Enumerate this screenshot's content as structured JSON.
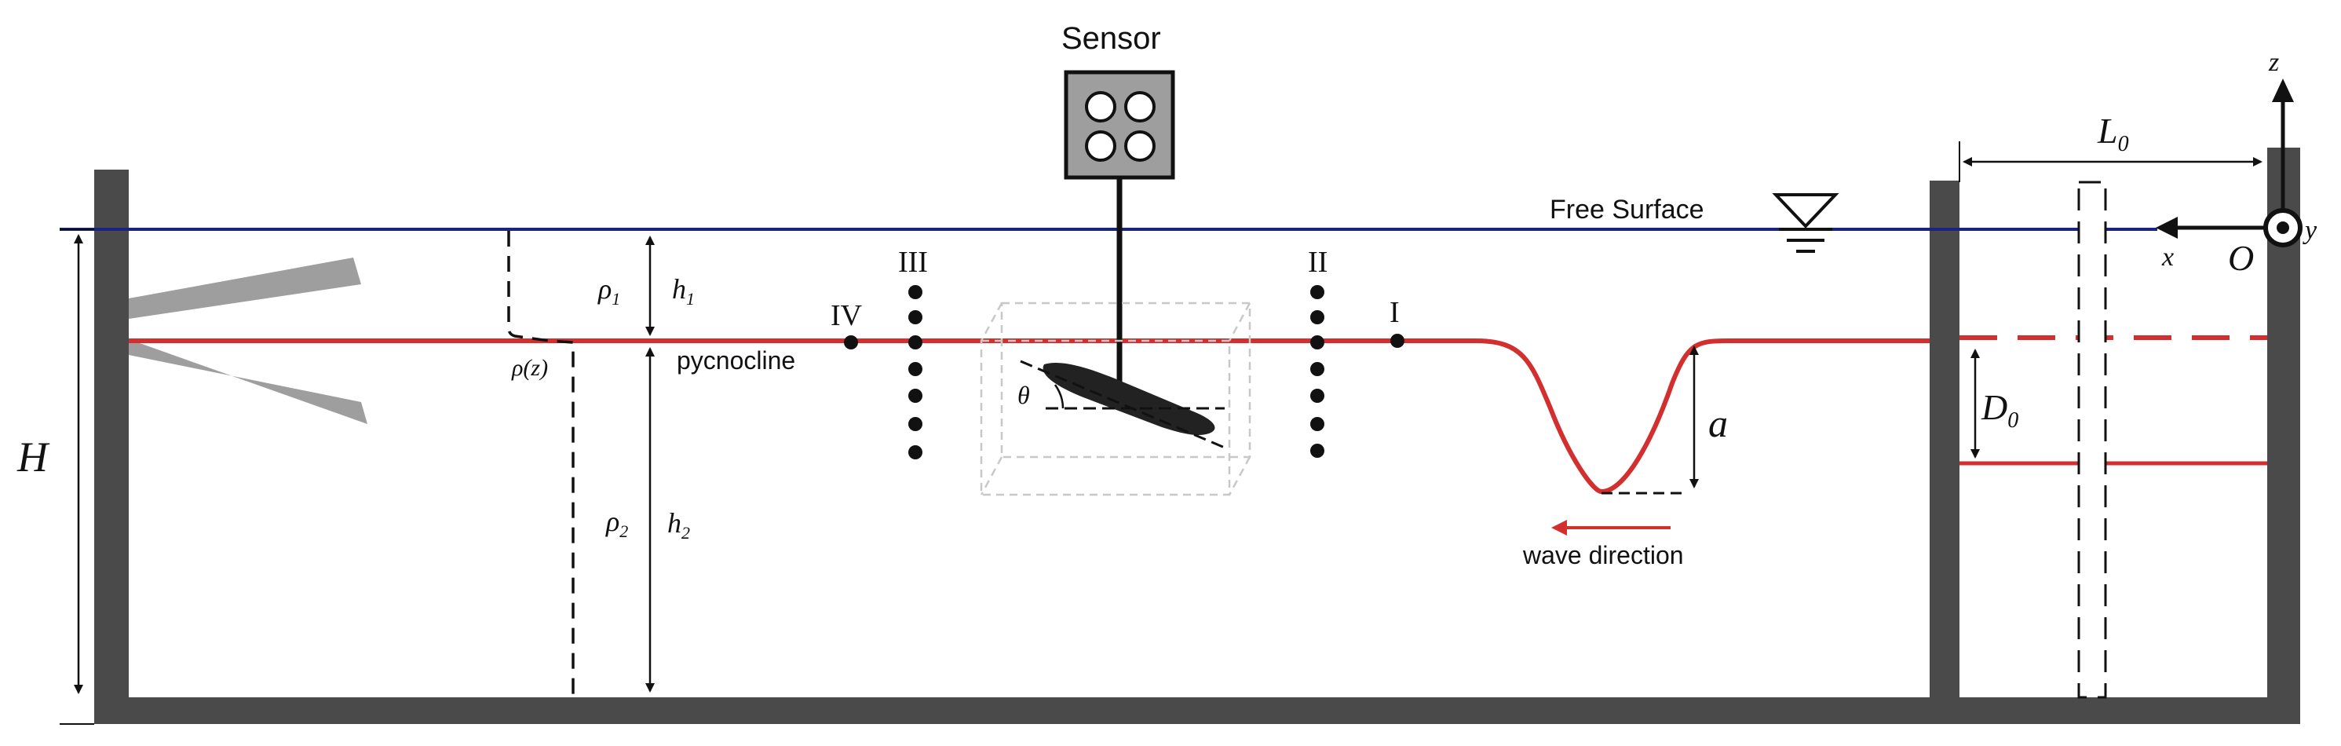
{
  "colors": {
    "wall": "#4a4a4a",
    "paddle": "#9e9e9e",
    "free_surface": "#1a237e",
    "pycnocline": "#d32f2f",
    "wave_arrow": "#d32f2f",
    "ink": "#111111",
    "sensor_box": "#9e9e9e",
    "box_outline": "#c8c8c8"
  },
  "labels": {
    "sensor": "Sensor",
    "free_surface": "Free Surface",
    "pycnocline": "pycnocline",
    "wave_direction": "wave direction",
    "H": "H",
    "rho1": "ρ",
    "rho1_sub": "1",
    "h1": "h",
    "h1_sub": "1",
    "rho2": "ρ",
    "rho2_sub": "2",
    "h2": "h",
    "h2_sub": "2",
    "rho_z": "ρ(z)",
    "theta": "θ",
    "a": "a",
    "D0": "D",
    "D0_sub": "0",
    "L0": "L",
    "L0_sub": "0",
    "O": "O",
    "x": "x",
    "y": "y",
    "z": "z",
    "station_IV": "IV",
    "station_III": "III",
    "station_II": "II",
    "station_I": "I"
  }
}
